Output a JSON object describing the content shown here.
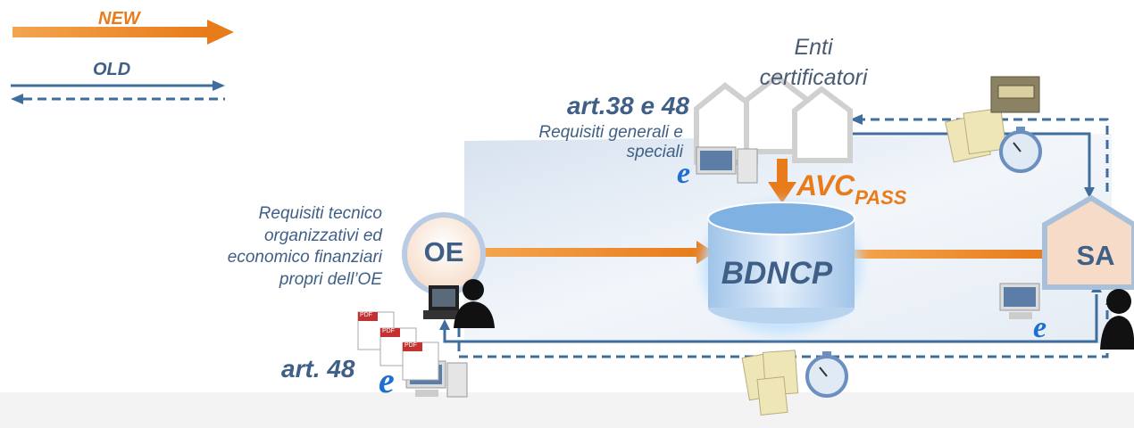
{
  "legend": {
    "new_label": "NEW",
    "old_label": "OLD"
  },
  "labels": {
    "enti_line1": "Enti",
    "enti_line2": "certificatori",
    "art_38_48": "art.38 e 48",
    "req_generali_line1": "Requisiti generali e",
    "req_generali_line2": "speciali",
    "avc_main": "AVC",
    "avc_sub": "PASS",
    "req_tecnico_line1": "Requisiti tecnico",
    "req_tecnico_line2": "organizzativi ed",
    "req_tecnico_line3": "economico finanziari",
    "req_tecnico_line4": "propri dell’OE",
    "art_48": "art. 48"
  },
  "nodes": {
    "oe": "OE",
    "bdncp": "BDNCP",
    "sa": "SA"
  },
  "pdf_icons": [
    "PDF",
    "PDF",
    "PDF"
  ],
  "colors": {
    "new_flow": "#e87b1a",
    "old_flow": "#3f6d9e",
    "text": "#3f5f86"
  }
}
